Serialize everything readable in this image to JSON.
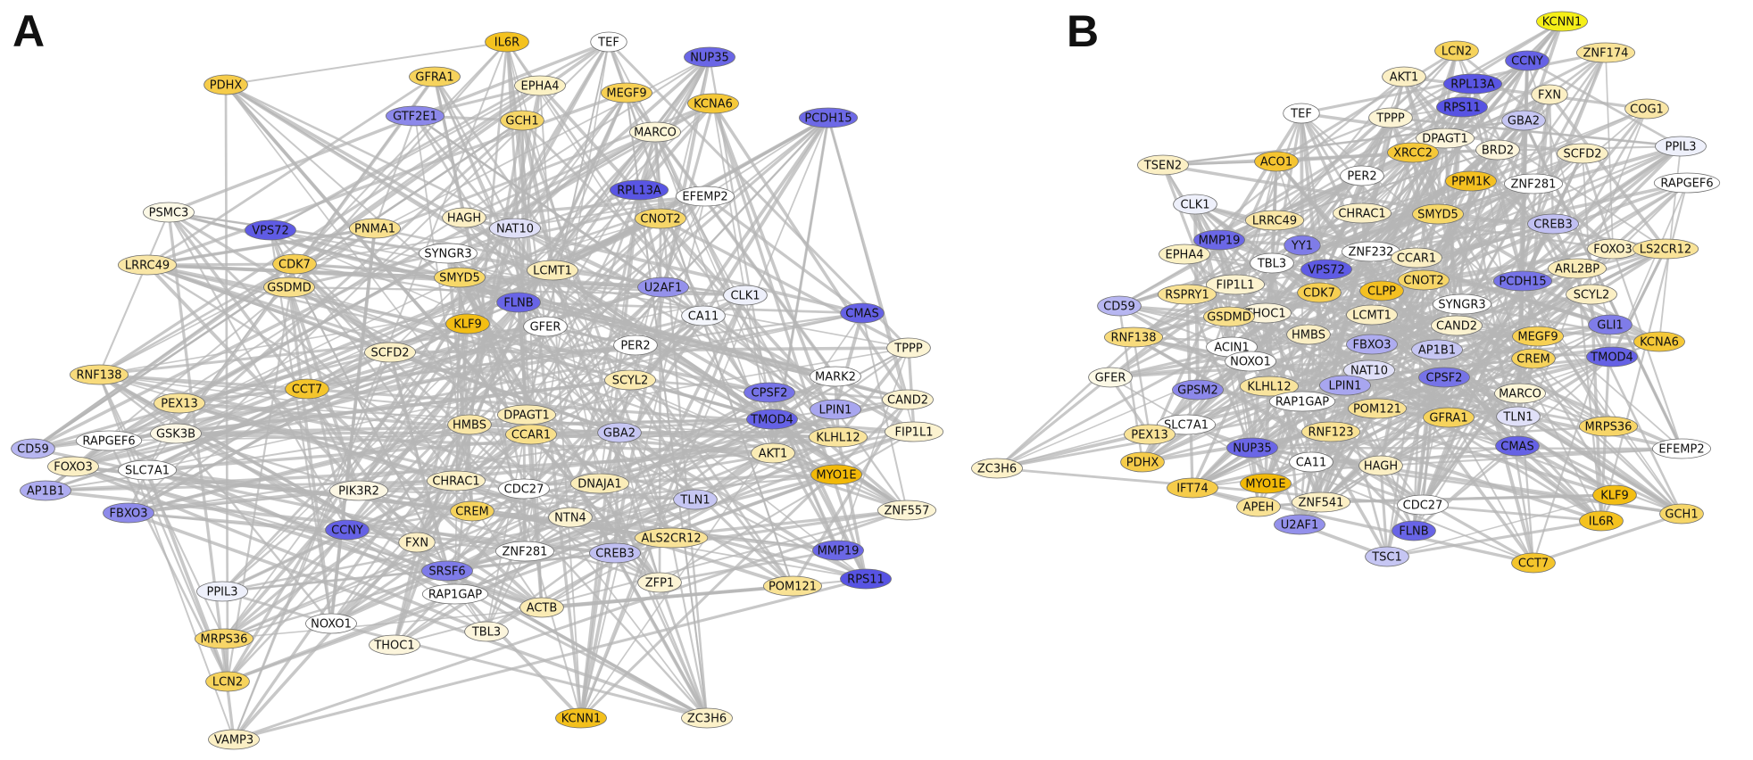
{
  "panels": [
    {
      "label": "A",
      "nodes": [
        {
          "id": "IL6R",
          "color": "#f4c21f"
        },
        {
          "id": "TEF",
          "color": "#ffffff"
        },
        {
          "id": "NUP35",
          "color": "#6a66e6"
        },
        {
          "id": "PDHX",
          "color": "#f6cc4a"
        },
        {
          "id": "GFRA1",
          "color": "#f6d35c"
        },
        {
          "id": "EPHA4",
          "color": "#fbf1c4"
        },
        {
          "id": "MEGF9",
          "color": "#f7d053"
        },
        {
          "id": "GTF2E1",
          "color": "#8c88ea"
        },
        {
          "id": "GCH1",
          "color": "#f6d668"
        },
        {
          "id": "KCNA6",
          "color": "#f5c837"
        },
        {
          "id": "PCDH15",
          "color": "#6d69e6"
        },
        {
          "id": "MARCO",
          "color": "#fdf6d8"
        },
        {
          "id": "RPL13A",
          "color": "#5955e3"
        },
        {
          "id": "EFEMP2",
          "color": "#ffffff"
        },
        {
          "id": "PSMC3",
          "color": "#fcf9e6"
        },
        {
          "id": "VPS72",
          "color": "#5f5be4"
        },
        {
          "id": "PNMA1",
          "color": "#f8e08e"
        },
        {
          "id": "HAGH",
          "color": "#fbefc4"
        },
        {
          "id": "NAT10",
          "color": "#e0e0f8"
        },
        {
          "id": "CNOT2",
          "color": "#f6d668"
        },
        {
          "id": "SYNGR3",
          "color": "#ffffff"
        },
        {
          "id": "LRRC49",
          "color": "#f9e6a6"
        },
        {
          "id": "CDK7",
          "color": "#f6cf52"
        },
        {
          "id": "SMYD5",
          "color": "#f7d868"
        },
        {
          "id": "LCMT1",
          "color": "#faecb8"
        },
        {
          "id": "GSDMD",
          "color": "#f8df8a"
        },
        {
          "id": "U2AF1",
          "color": "#9491eb"
        },
        {
          "id": "CLK1",
          "color": "#eef0fb"
        },
        {
          "id": "FLNB",
          "color": "#6864e6"
        },
        {
          "id": "CMAS",
          "color": "#6561e5"
        },
        {
          "id": "KLF9",
          "color": "#f3be14"
        },
        {
          "id": "GFER",
          "color": "#ffffff"
        },
        {
          "id": "CA11",
          "color": "#f4f6fc"
        },
        {
          "id": "PER2",
          "color": "#ffffff"
        },
        {
          "id": "SCFD2",
          "color": "#fbf0c6"
        },
        {
          "id": "TPPP",
          "color": "#fcf4d4"
        },
        {
          "id": "RNF138",
          "color": "#f8db7c"
        },
        {
          "id": "CCT7",
          "color": "#f4c52c"
        },
        {
          "id": "MARK2",
          "color": "#ffffff"
        },
        {
          "id": "SCYL2",
          "color": "#faeab0"
        },
        {
          "id": "CAND2",
          "color": "#fcf3d0"
        },
        {
          "id": "PEX13",
          "color": "#f9e398"
        },
        {
          "id": "CPSF2",
          "color": "#7673e7"
        },
        {
          "id": "LPIN1",
          "color": "#a8a6ef"
        },
        {
          "id": "TMOD4",
          "color": "#6561e5"
        },
        {
          "id": "KLHL12",
          "color": "#f9e49d"
        },
        {
          "id": "FIP1L1",
          "color": "#fcf3d0"
        },
        {
          "id": "CD59",
          "color": "#b7b6f1"
        },
        {
          "id": "RAPGEF6",
          "color": "#ffffff"
        },
        {
          "id": "GSK3B",
          "color": "#fcf7e4"
        },
        {
          "id": "HMBS",
          "color": "#f9e6a6"
        },
        {
          "id": "DPAGT1",
          "color": "#faebb4"
        },
        {
          "id": "CCAR1",
          "color": "#f8df8a"
        },
        {
          "id": "GBA2",
          "color": "#c6c6f3"
        },
        {
          "id": "AKT1",
          "color": "#faebb4"
        },
        {
          "id": "FOXO3",
          "color": "#fbefc4"
        },
        {
          "id": "SLC7A1",
          "color": "#ffffff"
        },
        {
          "id": "MYO1E",
          "color": "#f2b908"
        },
        {
          "id": "AP1B1",
          "color": "#aeacf0"
        },
        {
          "id": "PIK3R2",
          "color": "#fcf7e4"
        },
        {
          "id": "CHRAC1",
          "color": "#fbf0c6"
        },
        {
          "id": "CDC27",
          "color": "#ffffff"
        },
        {
          "id": "DNAJA1",
          "color": "#faecb8"
        },
        {
          "id": "FBXO3",
          "color": "#8d8aea"
        },
        {
          "id": "TLN1",
          "color": "#c6c6f3"
        },
        {
          "id": "CREM",
          "color": "#f6d35c"
        },
        {
          "id": "NTN4",
          "color": "#fcf3d0"
        },
        {
          "id": "ZNF557",
          "color": "#fcf4d4"
        },
        {
          "id": "CCNY",
          "color": "#6561e5"
        },
        {
          "id": "FXN",
          "color": "#fbefc4"
        },
        {
          "id": "ALS2CR12",
          "color": "#f9e398"
        },
        {
          "id": "ZNF281",
          "color": "#ffffff"
        },
        {
          "id": "CREB3",
          "color": "#c0bff2"
        },
        {
          "id": "MMP19",
          "color": "#6b67e6"
        },
        {
          "id": "SRSF6",
          "color": "#7e7be8"
        },
        {
          "id": "RPS11",
          "color": "#5753e3"
        },
        {
          "id": "RAP1GAP",
          "color": "#ffffff"
        },
        {
          "id": "ZFP1",
          "color": "#fcf4d4"
        },
        {
          "id": "POM121",
          "color": "#f9e294"
        },
        {
          "id": "PPIL3",
          "color": "#eef0fb"
        },
        {
          "id": "ACTB",
          "color": "#faebb4"
        },
        {
          "id": "NOXO1",
          "color": "#ffffff"
        },
        {
          "id": "MRPS36",
          "color": "#f7d567"
        },
        {
          "id": "THOC1",
          "color": "#fcf5dc"
        },
        {
          "id": "TBL3",
          "color": "#fcf5dc"
        },
        {
          "id": "LCN2",
          "color": "#f6d35c"
        },
        {
          "id": "KCNN1",
          "color": "#f3c01c"
        },
        {
          "id": "ZC3H6",
          "color": "#fcf1c8"
        },
        {
          "id": "VAMP3",
          "color": "#fbefc4"
        }
      ]
    },
    {
      "label": "B",
      "nodes": [
        {
          "id": "KCNN1",
          "color": "#f5ef18"
        },
        {
          "id": "LCN2",
          "color": "#f6d35c"
        },
        {
          "id": "CCNY",
          "color": "#6561e5"
        },
        {
          "id": "ZNF174",
          "color": "#f9e398"
        },
        {
          "id": "AKT1",
          "color": "#fbefc4"
        },
        {
          "id": "RPL13A",
          "color": "#5955e3"
        },
        {
          "id": "FXN",
          "color": "#fbefc4"
        },
        {
          "id": "TEF",
          "color": "#ffffff"
        },
        {
          "id": "TPPP",
          "color": "#fcf4d4"
        },
        {
          "id": "RPS11",
          "color": "#5753e3"
        },
        {
          "id": "GBA2",
          "color": "#c6c6f3"
        },
        {
          "id": "COG1",
          "color": "#f9e6a6"
        },
        {
          "id": "DPAGT1",
          "color": "#fcf5dc"
        },
        {
          "id": "XRCC2",
          "color": "#f5c837"
        },
        {
          "id": "BRD2",
          "color": "#fcf5dc"
        },
        {
          "id": "SCFD2",
          "color": "#fbf0c6"
        },
        {
          "id": "PPIL3",
          "color": "#eef0fb"
        },
        {
          "id": "TSEN2",
          "color": "#fbefc4"
        },
        {
          "id": "ACO1",
          "color": "#f5c430"
        },
        {
          "id": "PER2",
          "color": "#ffffff"
        },
        {
          "id": "PPM1K",
          "color": "#f4c021"
        },
        {
          "id": "ZNF281",
          "color": "#ffffff"
        },
        {
          "id": "RAPGEF6",
          "color": "#ffffff"
        },
        {
          "id": "CLK1",
          "color": "#eef0fb"
        },
        {
          "id": "LRRC49",
          "color": "#f9e6a6"
        },
        {
          "id": "CHRAC1",
          "color": "#fbf0c6"
        },
        {
          "id": "SMYD5",
          "color": "#f7d868"
        },
        {
          "id": "CREB3",
          "color": "#c0bff2"
        },
        {
          "id": "MMP19",
          "color": "#6b67e6"
        },
        {
          "id": "YY1",
          "color": "#7f7ce8"
        },
        {
          "id": "ZNF232",
          "color": "#ffffff"
        },
        {
          "id": "FOXO3",
          "color": "#fbefc4"
        },
        {
          "id": "LS2CR12",
          "color": "#f9e398"
        },
        {
          "id": "EPHA4",
          "color": "#fbf1c4"
        },
        {
          "id": "TBL3",
          "color": "#ffffff"
        },
        {
          "id": "VPS72",
          "color": "#5f5be4"
        },
        {
          "id": "CCAR1",
          "color": "#fbefc4"
        },
        {
          "id": "PCDH15",
          "color": "#7673e7"
        },
        {
          "id": "ARL2BP",
          "color": "#faecb8"
        },
        {
          "id": "FIP1L1",
          "color": "#fcf3d0"
        },
        {
          "id": "CDK7",
          "color": "#f6cf52"
        },
        {
          "id": "CLPP",
          "color": "#f4c021"
        },
        {
          "id": "CNOT2",
          "color": "#f6d668"
        },
        {
          "id": "SCYL2",
          "color": "#fbefc4"
        },
        {
          "id": "CD59",
          "color": "#b7b6f1"
        },
        {
          "id": "RSPRY1",
          "color": "#f9e294"
        },
        {
          "id": "THOC1",
          "color": "#fcf5dc"
        },
        {
          "id": "LCMT1",
          "color": "#fbefc4"
        },
        {
          "id": "SYNGR3",
          "color": "#ffffff"
        },
        {
          "id": "GLI1",
          "color": "#7f7ce8"
        },
        {
          "id": "GSDMD",
          "color": "#f8df8a"
        },
        {
          "id": "CAND2",
          "color": "#fcf3d0"
        },
        {
          "id": "RNF138",
          "color": "#f8db7c"
        },
        {
          "id": "ACIN1",
          "color": "#ffffff"
        },
        {
          "id": "HMBS",
          "color": "#fbefc4"
        },
        {
          "id": "FBXO3",
          "color": "#aeacf0"
        },
        {
          "id": "AP1B1",
          "color": "#c6c6f3"
        },
        {
          "id": "MEGF9",
          "color": "#f7d053"
        },
        {
          "id": "KCNA6",
          "color": "#f5c837"
        },
        {
          "id": "TMOD4",
          "color": "#6561e5"
        },
        {
          "id": "NOXO1",
          "color": "#ffffff"
        },
        {
          "id": "NAT10",
          "color": "#e0e0f8"
        },
        {
          "id": "CREM",
          "color": "#f6d35c"
        },
        {
          "id": "GFER",
          "color": "#fcf9e6"
        },
        {
          "id": "LPIN1",
          "color": "#a8a6ef"
        },
        {
          "id": "CPSF2",
          "color": "#7673e7"
        },
        {
          "id": "GPSM2",
          "color": "#8c88ea"
        },
        {
          "id": "KLHL12",
          "color": "#f9e49d"
        },
        {
          "id": "RAP1GAP",
          "color": "#ffffff"
        },
        {
          "id": "POM121",
          "color": "#f9e294"
        },
        {
          "id": "GFRA1",
          "color": "#f6d35c"
        },
        {
          "id": "MARCO",
          "color": "#fdf6d8"
        },
        {
          "id": "SLC7A1",
          "color": "#ffffff"
        },
        {
          "id": "RNF123",
          "color": "#f9e294"
        },
        {
          "id": "TLN1",
          "color": "#e0e0f8"
        },
        {
          "id": "PEX13",
          "color": "#f9e398"
        },
        {
          "id": "MRPS36",
          "color": "#f7d567"
        },
        {
          "id": "NUP35",
          "color": "#6a66e6"
        },
        {
          "id": "CMAS",
          "color": "#6561e5"
        },
        {
          "id": "PDHX",
          "color": "#f6cc4a"
        },
        {
          "id": "CA11",
          "color": "#ffffff"
        },
        {
          "id": "HAGH",
          "color": "#fbefc4"
        },
        {
          "id": "EFEMP2",
          "color": "#ffffff"
        },
        {
          "id": "ZC3H6",
          "color": "#fcf1c8"
        },
        {
          "id": "IFT74",
          "color": "#f6cc4a"
        },
        {
          "id": "MYO1E",
          "color": "#f2b908"
        },
        {
          "id": "APEH",
          "color": "#f9e294"
        },
        {
          "id": "ZNF541",
          "color": "#fbefc4"
        },
        {
          "id": "CDC27",
          "color": "#ffffff"
        },
        {
          "id": "KLF9",
          "color": "#f3be14"
        },
        {
          "id": "U2AF1",
          "color": "#9491eb"
        },
        {
          "id": "FLNB",
          "color": "#6864e6"
        },
        {
          "id": "IL6R",
          "color": "#f4c21f"
        },
        {
          "id": "GCH1",
          "color": "#f6d668"
        },
        {
          "id": "TSC1",
          "color": "#c6c6f3"
        },
        {
          "id": "CCT7",
          "color": "#f4c52c"
        }
      ]
    }
  ]
}
